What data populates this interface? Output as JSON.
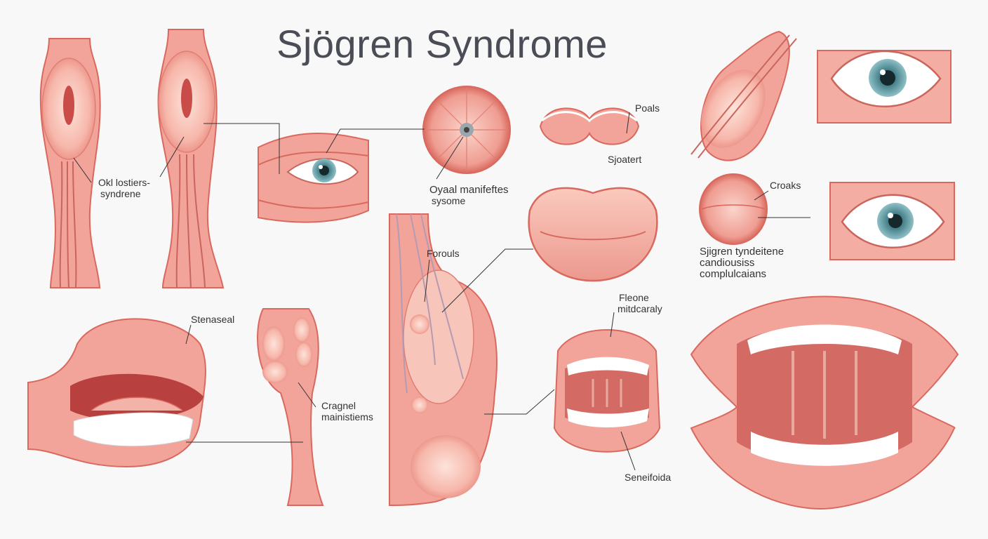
{
  "title": "Sjögren Syndrome",
  "labels": {
    "gland_left_1": "Okl lostiers-",
    "gland_left_2": "syndrene",
    "oral_1": "Oyaal manifeftes",
    "oral_2": "sysome",
    "poals": "Poals",
    "sjoatert": "Sjoatert",
    "croaks": "Croaks",
    "sjogren_1": "Sjigren tyndeitene",
    "sjogren_2": "candiousiss",
    "sjogren_3": "complulcaians",
    "forouls": "Forouls",
    "stenaseal": "Stenaseal",
    "cragnel_1": "Cragnel",
    "cragnel_2": "mainistiems",
    "fleone_1": "Fleone",
    "fleone_2": "mitdcaraly",
    "seneifoida": "Seneifoida"
  },
  "colors": {
    "tissue": "#f2a49a",
    "tissue_light": "#fbd3c8",
    "tissue_dark": "#d9695e",
    "teeth": "#ffffff",
    "iris": "#4f8b94",
    "leader": "#333333",
    "title": "#4a4d55"
  }
}
